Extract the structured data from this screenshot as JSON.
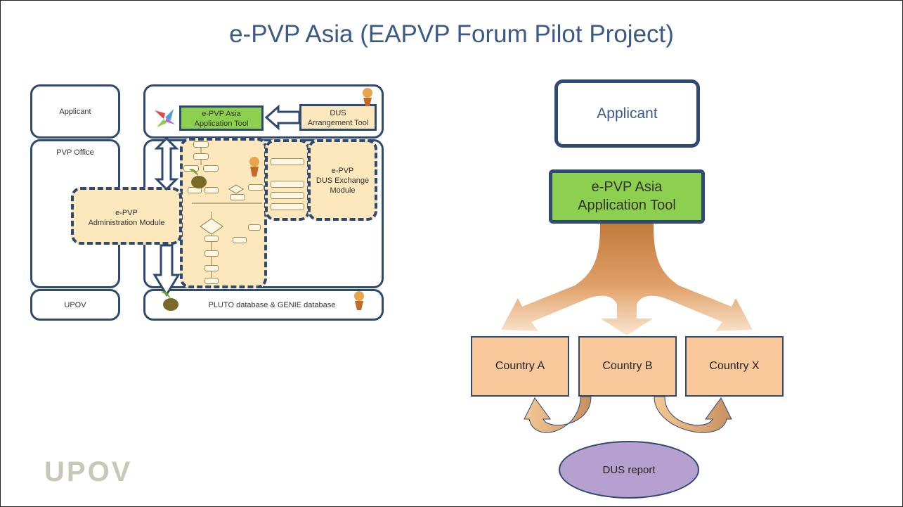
{
  "title": "e-PVP Asia (EAPVP Forum Pilot Project)",
  "left": {
    "lanes": [
      "Applicant",
      "PVP Office",
      "UPOV"
    ],
    "app_tool": [
      "e-PVP Asia",
      "Application Tool"
    ],
    "dus_arrangement": [
      "DUS",
      "Arrangement Tool"
    ],
    "admin_module": [
      "e-PVP",
      "Administration Module"
    ],
    "dus_exchange": [
      "e-PVP",
      "DUS Exchange",
      "Module"
    ],
    "database": "PLUTO database & GENIE database"
  },
  "right": {
    "applicant": "Applicant",
    "app_tool": [
      "e-PVP Asia",
      "Application Tool"
    ],
    "countries": [
      "Country A",
      "Country B",
      "Country X"
    ],
    "report": "DUS report"
  },
  "logo_text": "UPOV",
  "colors": {
    "navy": "#2e4a70",
    "green": "#8dcf4e",
    "peach": "#f9c99b",
    "orange": "#d9904c",
    "lavender": "#b5a0cf",
    "dashed_fill": "#fde8bd"
  }
}
